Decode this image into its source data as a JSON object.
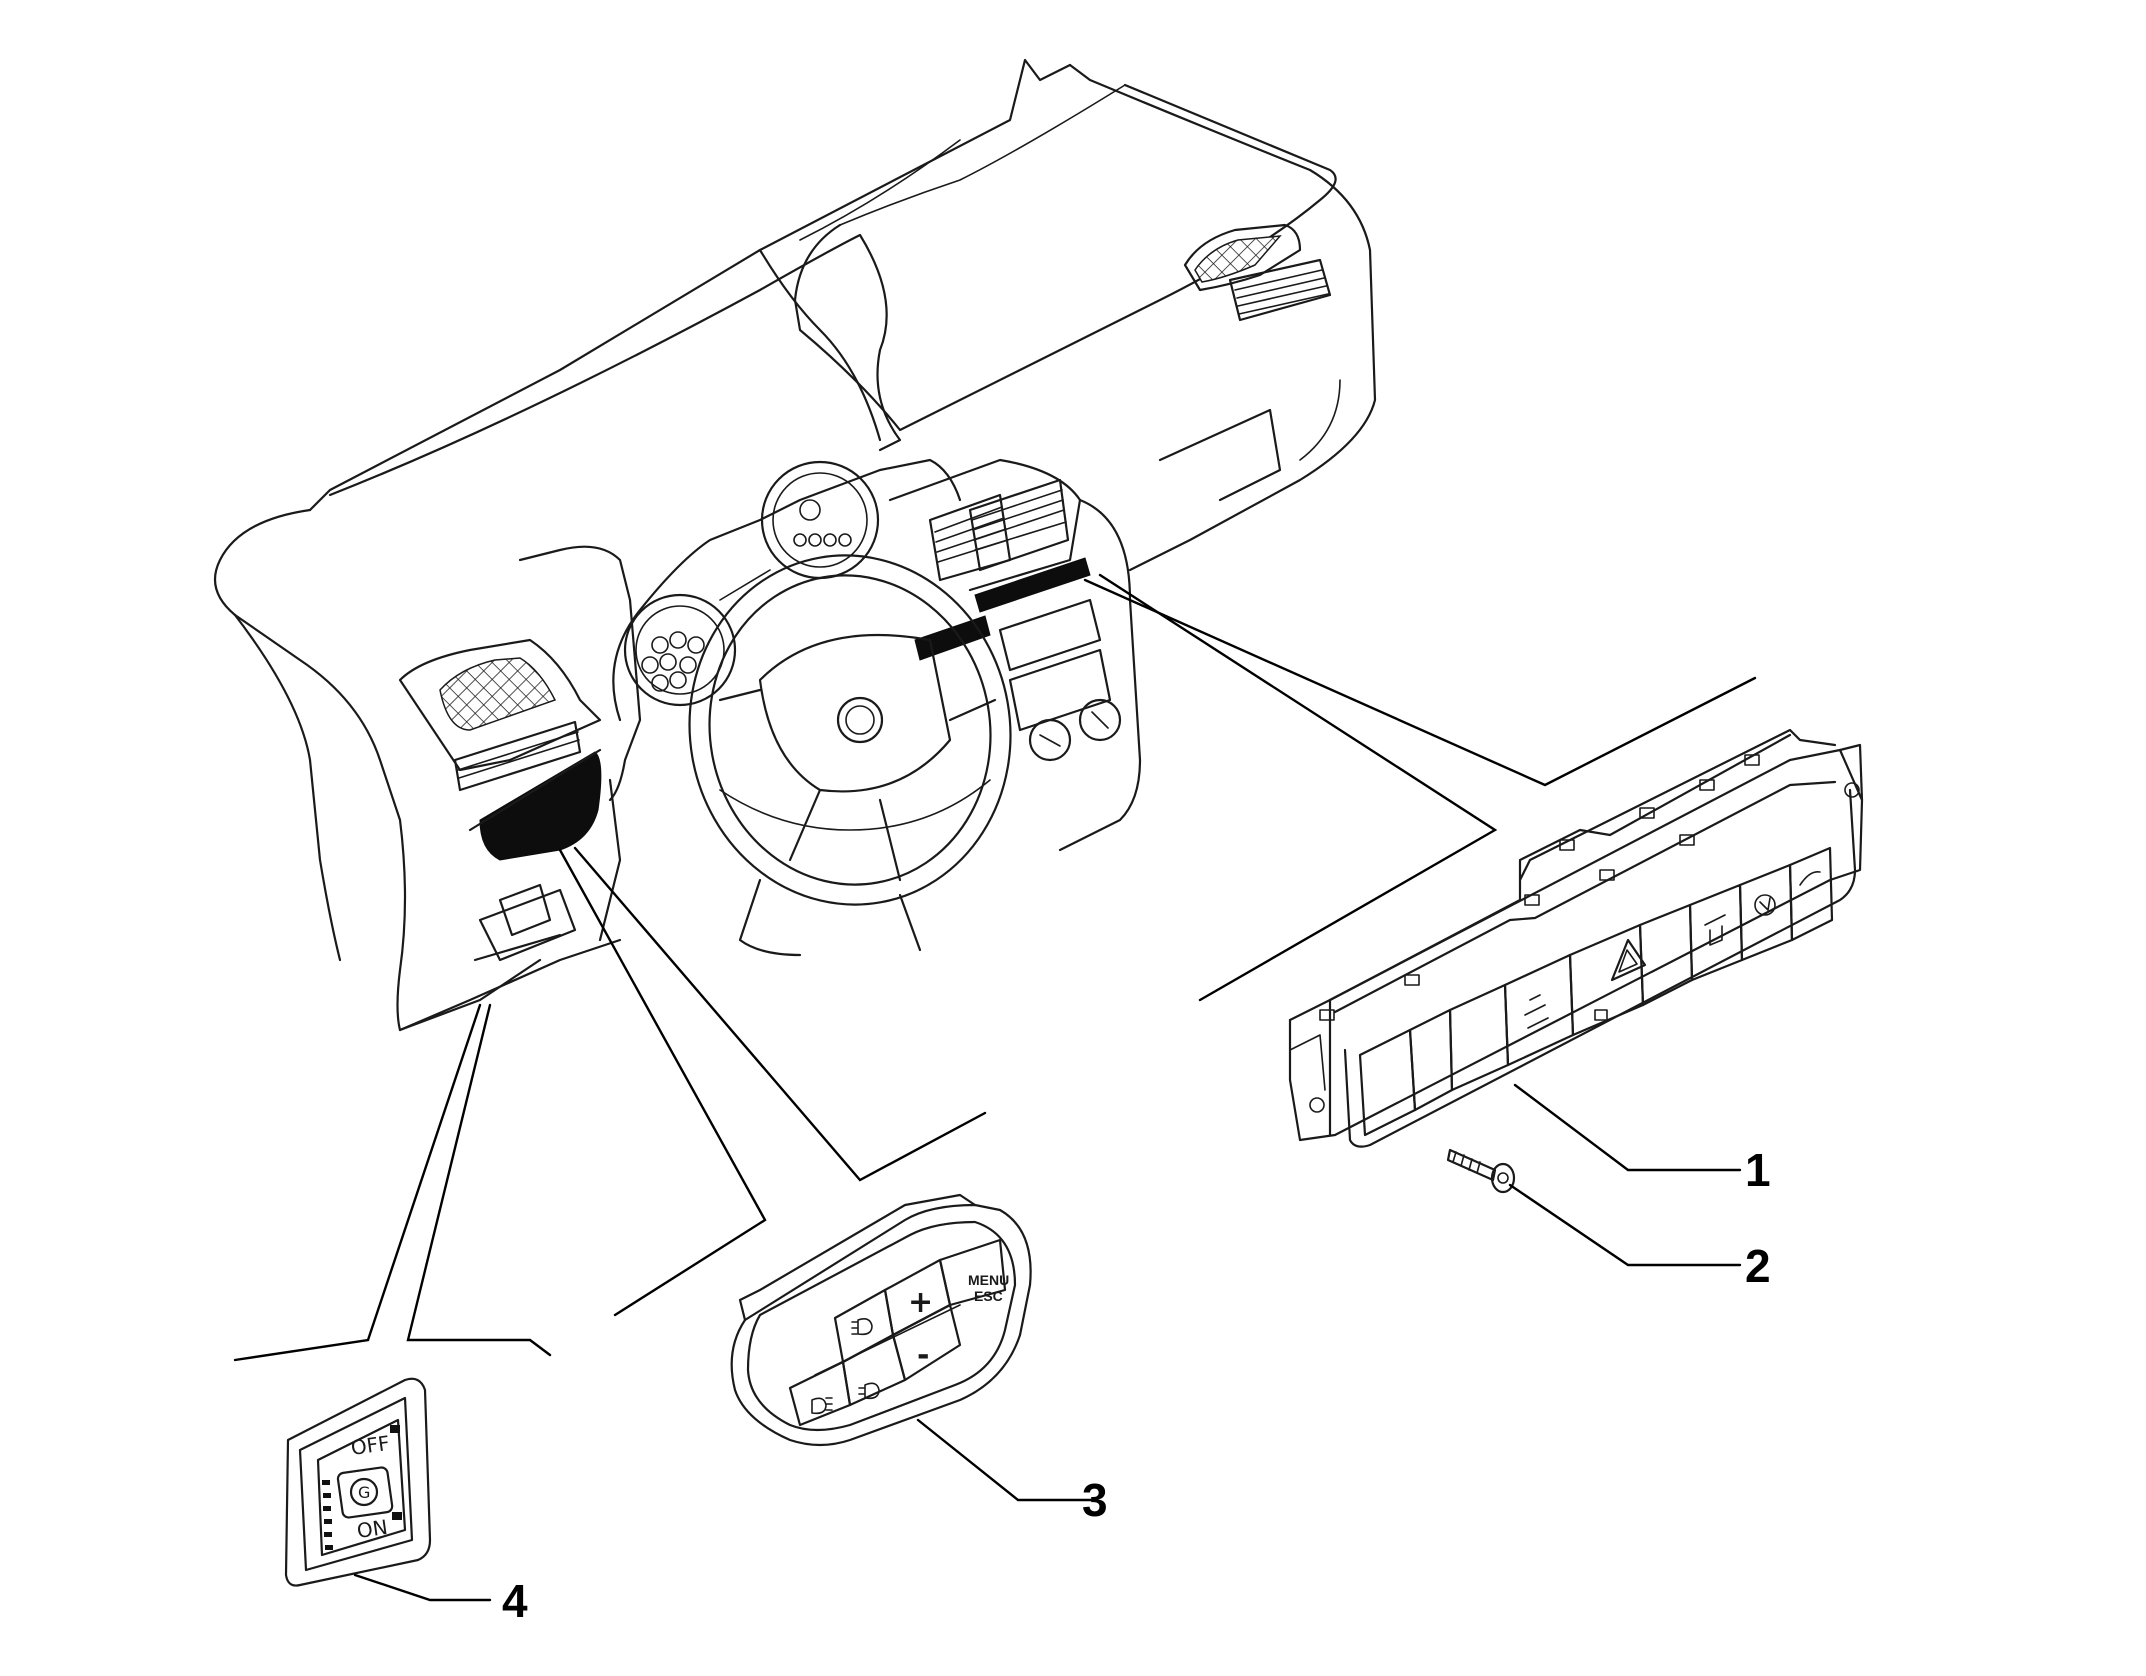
{
  "callouts": [
    {
      "id": "1",
      "label": "1"
    },
    {
      "id": "2",
      "label": "2"
    },
    {
      "id": "3",
      "label": "3"
    },
    {
      "id": "4",
      "label": "4"
    }
  ],
  "part3": {
    "menu": "MENU",
    "esc": "ESC",
    "plus": "+",
    "minus": "-"
  },
  "part4": {
    "off": "OFF",
    "on": "ON",
    "center": "G"
  },
  "icons": [
    "dashboard-outline",
    "steering-wheel",
    "instrument-cluster",
    "air-vent",
    "hazard-triangle-icon",
    "fog-light-icon",
    "headlight-icon",
    "screw-bolt"
  ]
}
